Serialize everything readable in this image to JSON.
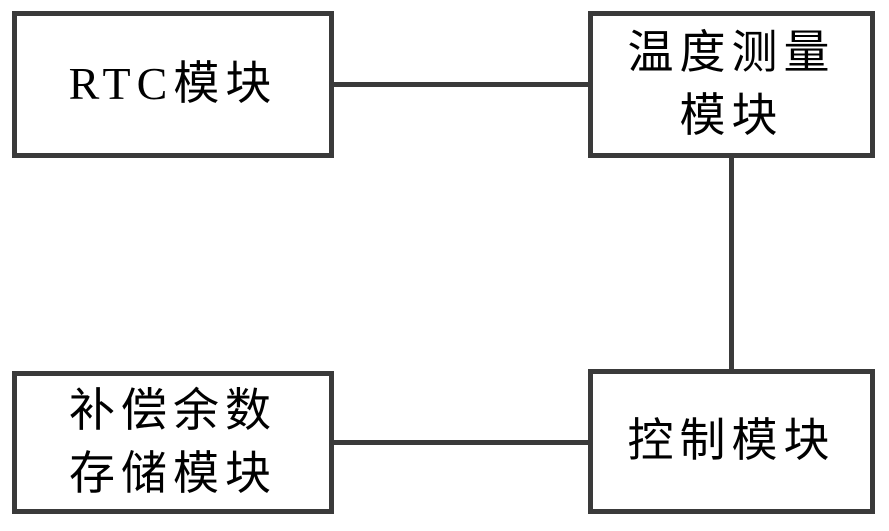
{
  "diagram": {
    "type": "block-diagram",
    "colors": {
      "line": "#3a3a3a",
      "text": "#000000",
      "background": "#ffffff"
    },
    "nodes": [
      {
        "id": "rtc",
        "lines": [
          "RTC模块"
        ]
      },
      {
        "id": "temp",
        "lines": [
          "温度测量",
          "模块"
        ]
      },
      {
        "id": "comp",
        "lines": [
          "补偿余数",
          "存储模块"
        ]
      },
      {
        "id": "ctrl",
        "lines": [
          "控制模块"
        ]
      }
    ],
    "edges": [
      {
        "from": "rtc",
        "to": "temp",
        "style": "plain-line"
      },
      {
        "from": "temp",
        "to": "ctrl",
        "style": "plain-line"
      },
      {
        "from": "comp",
        "to": "ctrl",
        "style": "plain-line"
      }
    ]
  }
}
